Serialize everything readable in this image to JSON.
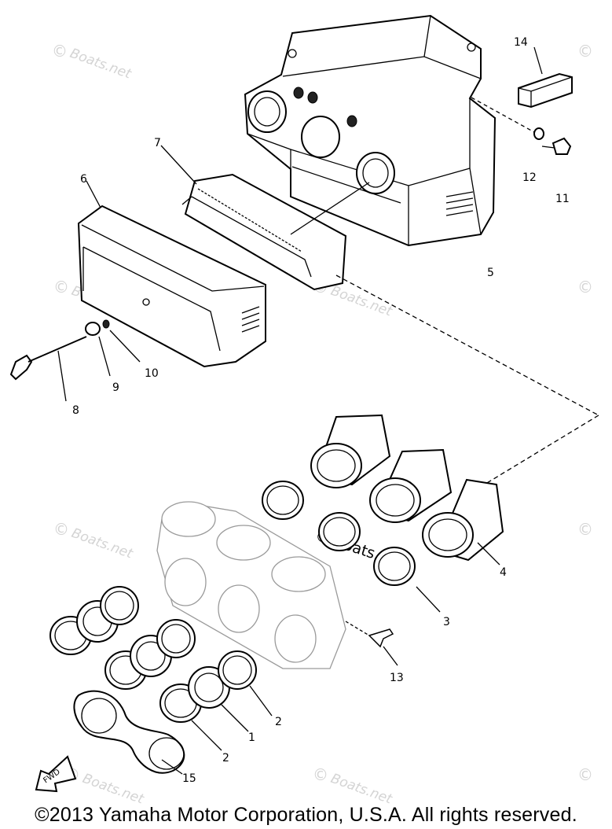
{
  "diagram": {
    "part_labels": [
      "1",
      "2",
      "2",
      "3",
      "4",
      "5",
      "6",
      "7",
      "8",
      "9",
      "10",
      "11",
      "12",
      "13",
      "14",
      "15"
    ],
    "fwd_label": "FWD",
    "watermark": "© Boats.net",
    "watermark_text": "Boats.net",
    "copyright": "©2013 Yamaha Motor Corporation, U.S.A. All rights reserved."
  }
}
